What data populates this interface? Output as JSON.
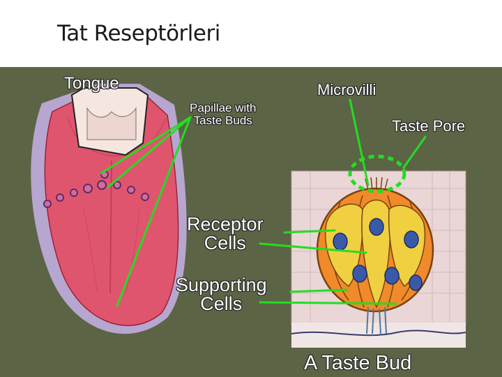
{
  "title": "Tat Reseptörleri",
  "labels": {
    "tongue": "Tongue",
    "papillae_line1": "Papillae with",
    "papillae_line2": "Taste Buds",
    "microvilli": "Microvilli",
    "taste_pore": "Taste Pore",
    "receptor_line1": "Receptor",
    "receptor_line2": "Cells",
    "supporting_line1": "Supporting",
    "supporting_line2": "Cells",
    "taste_bud": "A Taste Bud"
  },
  "colors": {
    "panel_background": "#5c6446",
    "pointer_lines": "#22dd22",
    "tongue": "#e0556e",
    "receptor_cell": "#f0d040",
    "supporting_cell": "#f08a2a",
    "nucleus": "#3a5aa8"
  }
}
